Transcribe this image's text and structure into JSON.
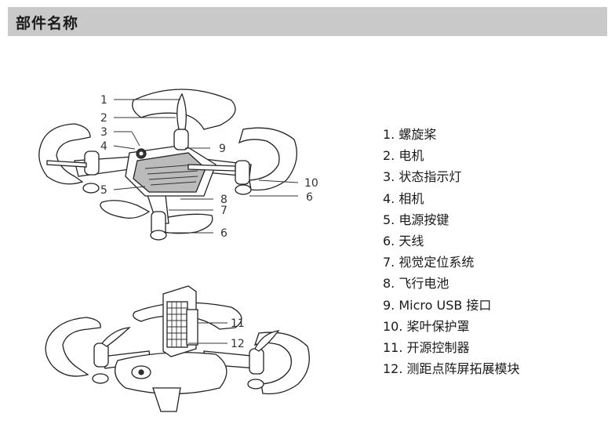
{
  "header": {
    "title": "部件名称"
  },
  "callouts": {
    "top": [
      "1",
      "2",
      "3",
      "4",
      "5",
      "6",
      "7",
      "8",
      "9",
      "10",
      "6"
    ],
    "bottom": [
      "11",
      "12"
    ]
  },
  "parts": [
    "1. 螺旋桨",
    "2. 电机",
    "3. 状态指示灯",
    "4. 相机",
    "5. 电源按键",
    "6. 天线",
    "7. 视觉定位系统",
    "8. 飞行电池",
    "9. Micro USB 接口",
    "10. 桨叶保护罩",
    "11. 开源控制器",
    "12. 测距点阵屏拓展模块"
  ]
}
